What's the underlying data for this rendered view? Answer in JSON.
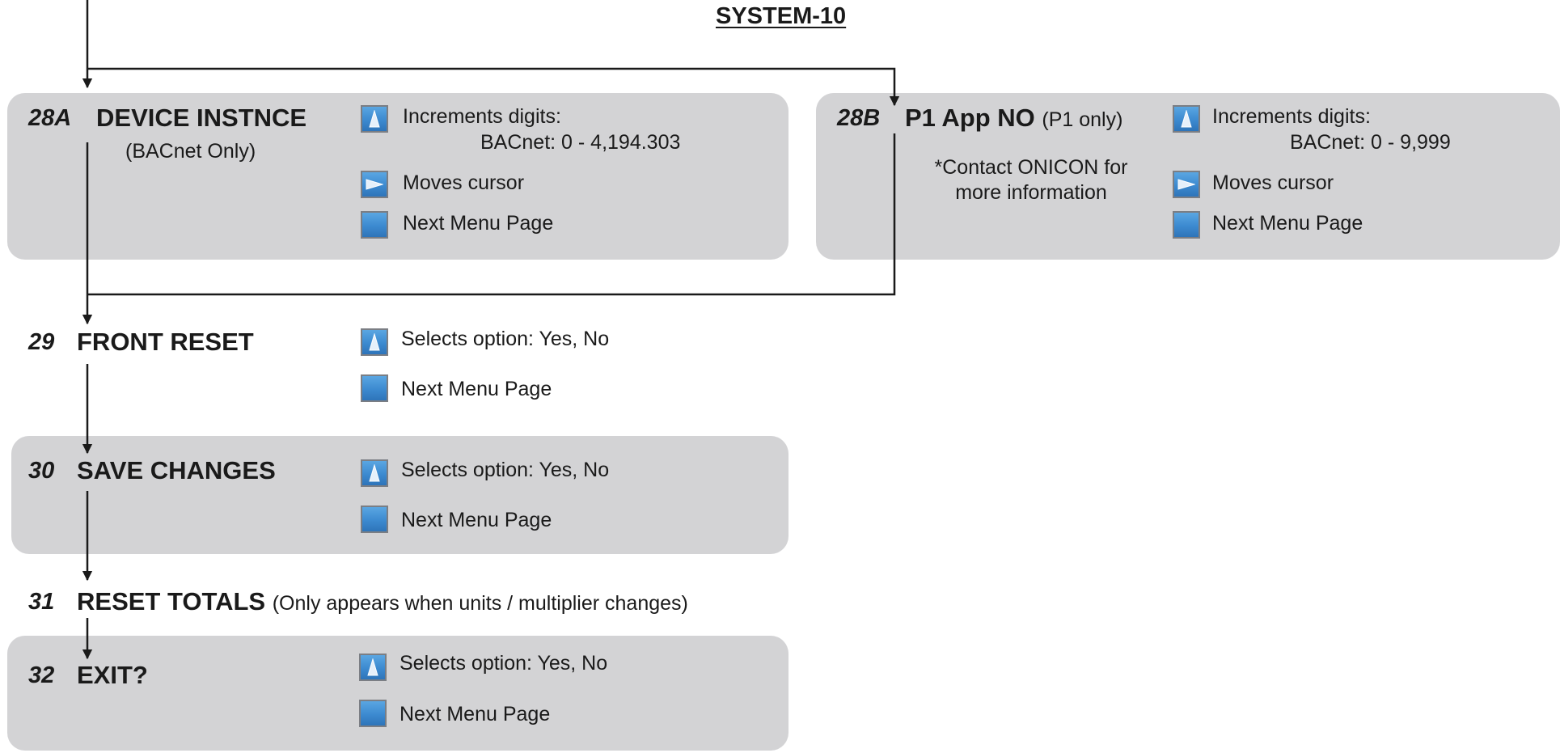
{
  "title": "SYSTEM-10",
  "steps": {
    "s28a": {
      "num": "28A",
      "label": "DEVICE INSTNCE",
      "note": "(BACnet Only)",
      "increment": "Increments digits:",
      "range": "BACnet: 0 - 4,194.303",
      "cursor": "Moves cursor",
      "next": "Next Menu Page"
    },
    "s28b": {
      "num": "28B",
      "label": "P1 App NO",
      "label_suffix": "(P1 only)",
      "note_line1": "*Contact ONICON for",
      "note_line2": "more information",
      "increment": "Increments digits:",
      "range": "BACnet: 0 - 9,999",
      "cursor": "Moves cursor",
      "next": "Next Menu Page"
    },
    "s29": {
      "num": "29",
      "label": "FRONT RESET",
      "select": "Selects option: Yes, No",
      "next": "Next Menu Page"
    },
    "s30": {
      "num": "30",
      "label": "SAVE CHANGES",
      "select": "Selects option: Yes, No",
      "next": "Next Menu Page"
    },
    "s31": {
      "num": "31",
      "label": "RESET TOTALS",
      "label_suffix": "(Only appears when units / multiplier changes)"
    },
    "s32": {
      "num": "32",
      "label": "EXIT?",
      "select": "Selects option: Yes, No",
      "next": "Next Menu Page"
    }
  },
  "icons": {
    "up": "up-arrow-key-icon",
    "right": "right-arrow-key-icon",
    "enter": "enter-key-icon"
  },
  "colors": {
    "panel": "#d3d3d5",
    "key": "#3c8ad0",
    "line": "#1a1a1a"
  }
}
